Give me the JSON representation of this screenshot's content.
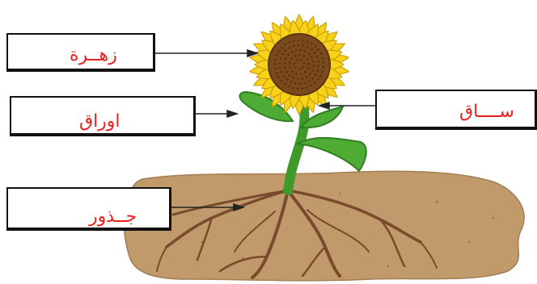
{
  "labels": {
    "flower": "زهــرة",
    "leaves": "اوراق",
    "stem": "ســــاق",
    "roots": "جــذور"
  },
  "colors": {
    "label_text": "#e8201c",
    "box_border": "#111111",
    "petal": "#f7d21a",
    "petal_edge": "#c99a06",
    "flower_center": "#7a4a1c",
    "leaf": "#4eab34",
    "leaf_dark": "#2f7d22",
    "stem": "#3f9a2a",
    "soil": "#c19a6b",
    "root": "#7a4a2c"
  },
  "icons": [
    "sunflower-illustration",
    "arrow-icon"
  ]
}
